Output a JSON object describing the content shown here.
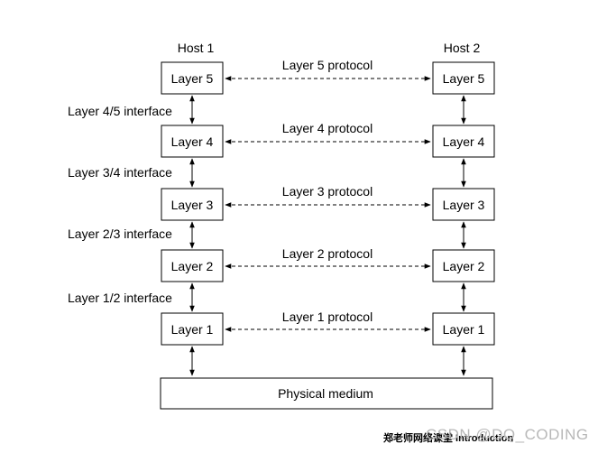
{
  "hosts": [
    "Host 1",
    "Host 2"
  ],
  "layers": [
    "Layer 5",
    "Layer 4",
    "Layer 3",
    "Layer 2",
    "Layer 1"
  ],
  "protocols": [
    "Layer 5 protocol",
    "Layer 4 protocol",
    "Layer 3 protocol",
    "Layer 2 protocol",
    "Layer 1 protocol"
  ],
  "interfaces": [
    "Layer 4/5 interface",
    "Layer 3/4 interface",
    "Layer 2/3 interface",
    "Layer 1/2 interface"
  ],
  "medium": "Physical medium",
  "footer": {
    "caption": "郑老师网络课堂 Introduction",
    "watermark": "CSDN @DQ_CODING"
  }
}
